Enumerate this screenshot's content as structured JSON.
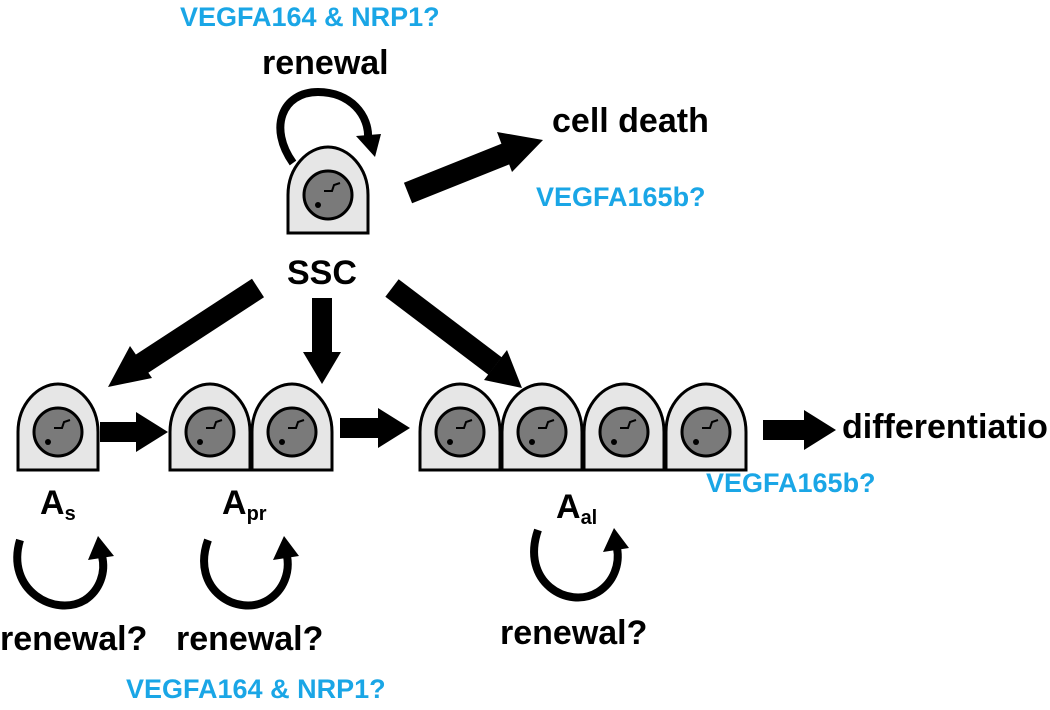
{
  "colors": {
    "ink": "#000000",
    "accent_blue": "#1aa6e6",
    "cell_fill": "#e6e6e6",
    "nucleus_fill": "#7a7a7a"
  },
  "labels": {
    "top_factor": "VEGFA164 & NRP1?",
    "ssc_renewal": "renewal",
    "cell_death": "cell death",
    "death_factor": "VEGFA165b?",
    "ssc": "SSC",
    "differentiation": "differentiation",
    "diff_factor": "VEGFA165b?",
    "as_main": "A",
    "as_sub": "s",
    "apr_main": "A",
    "apr_sub": "pr",
    "aal_main": "A",
    "aal_sub": "al",
    "as_renewal": "renewal?",
    "apr_renewal": "renewal?",
    "aal_renewal": "renewal?",
    "bottom_factor": "VEGFA164 & NRP1?"
  }
}
